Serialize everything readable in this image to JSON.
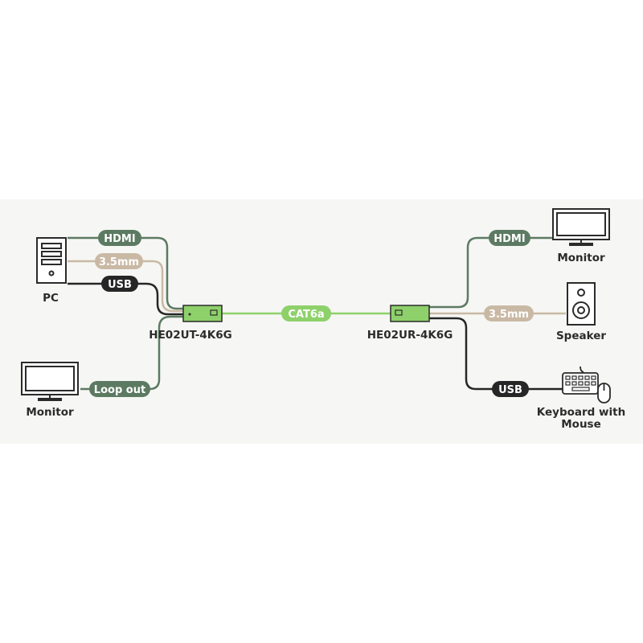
{
  "colors": {
    "hdmi": "#5c7a62",
    "audio": "#c9b9a4",
    "usb": "#262626",
    "cat": "#8ed16a",
    "outline": "#2b2b2b"
  },
  "devices": {
    "pc": "PC",
    "monitor_left": "Monitor",
    "monitor_right": "Monitor",
    "speaker": "Speaker",
    "keyboard_line1": "Keyboard with",
    "keyboard_line2": "Mouse"
  },
  "units": {
    "transmitter": "HE02UT-4K6G",
    "receiver": "HE02UR-4K6G"
  },
  "cables": {
    "hdmi_in": "HDMI",
    "audio_in": "3.5mm",
    "usb_in": "USB",
    "loop_out": "Loop out",
    "cat": "CAT6a",
    "hdmi_out": "HDMI",
    "audio_out": "3.5mm",
    "usb_out": "USB"
  },
  "icons": [
    "pc-tower-icon",
    "monitor-icon",
    "speaker-icon",
    "keyboard-icon",
    "mouse-icon",
    "extender-unit-icon"
  ]
}
